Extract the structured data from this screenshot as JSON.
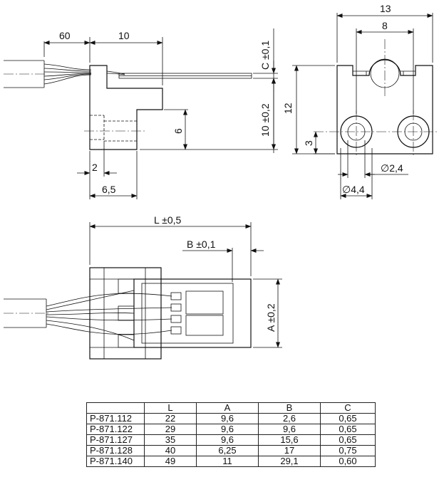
{
  "dimensions": {
    "top_view": {
      "d60": "60",
      "d10": "10",
      "c_tol": "C ±0,1",
      "d10_tol": "10 ±0,2",
      "d6": "6",
      "d2": "2",
      "d65": "6,5"
    },
    "end_view": {
      "d13": "13",
      "d8": "8",
      "d12": "12",
      "d3": "3",
      "phi24": "∅2,4",
      "phi44": "∅4,4"
    },
    "plan_view": {
      "l_tol": "L ±0,5",
      "b_tol": "B ±0,1",
      "a_tol": "A ±0,2"
    }
  },
  "table": {
    "headers": [
      "",
      "L",
      "A",
      "B",
      "C"
    ],
    "rows": [
      [
        "P-871.112",
        "22",
        "9,6",
        "2,6",
        "0,65"
      ],
      [
        "P-871.122",
        "29",
        "9,6",
        "9,6",
        "0,65"
      ],
      [
        "P-871.127",
        "35",
        "9,6",
        "15,6",
        "0,65"
      ],
      [
        "P-871.128",
        "40",
        "6,25",
        "17",
        "0,75"
      ],
      [
        "P-871.140",
        "49",
        "11",
        "29,1",
        "0,60"
      ]
    ]
  }
}
